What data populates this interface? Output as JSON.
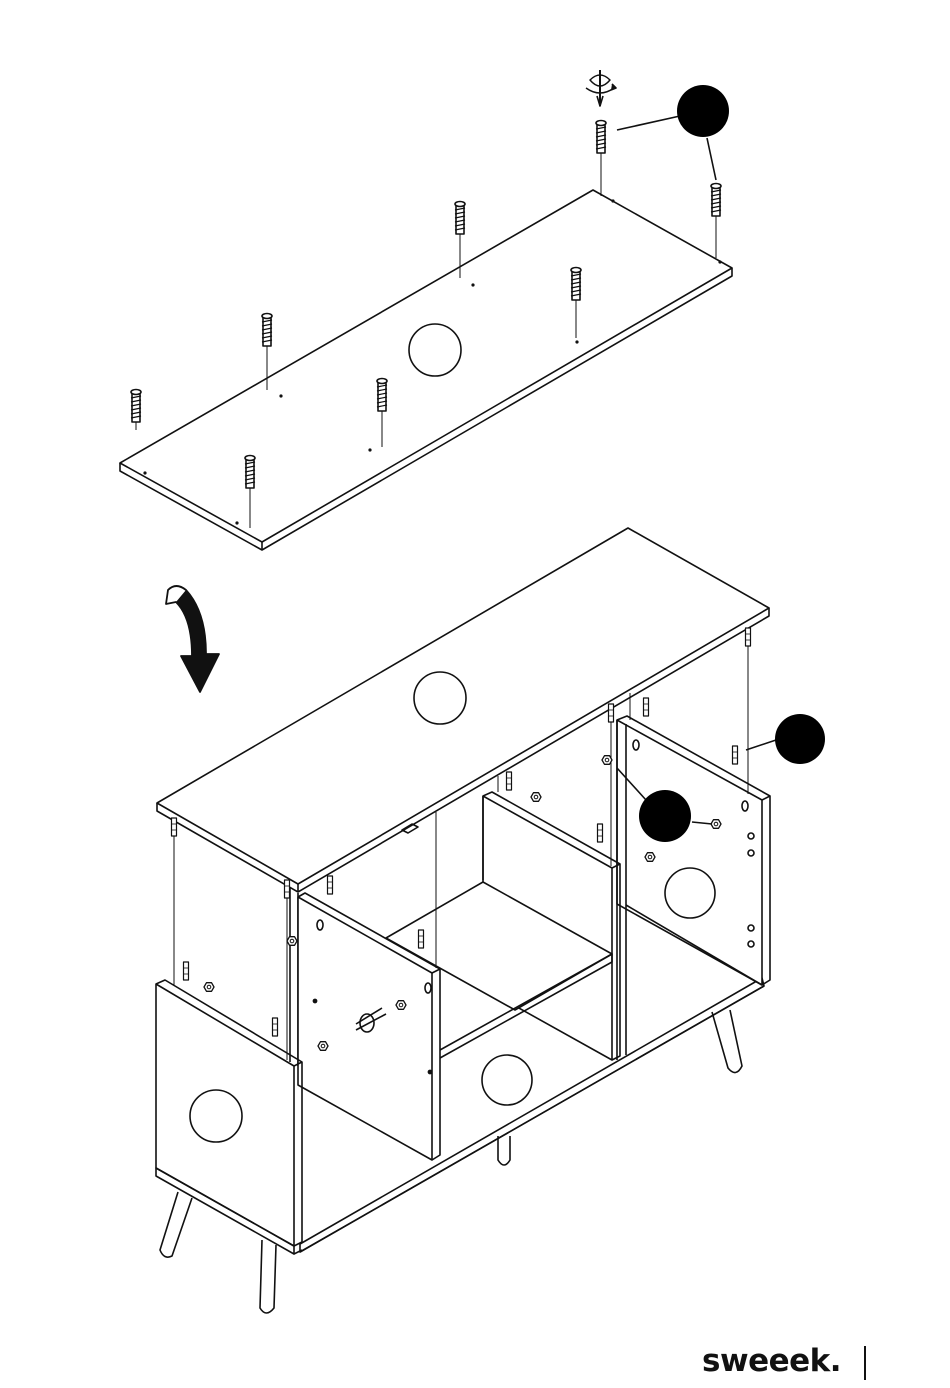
{
  "brand": {
    "logo_text": "sweeek."
  },
  "colors": {
    "line": "#111111",
    "callout": "#000000",
    "background": "#ffffff"
  },
  "icons": [
    "screwdriver-icon",
    "rotate-arrow-icon",
    "flip-arrow-icon"
  ],
  "callouts": [
    {
      "name": "callout-top-screws"
    },
    {
      "name": "callout-pins"
    },
    {
      "name": "callout-cam-nuts"
    }
  ]
}
